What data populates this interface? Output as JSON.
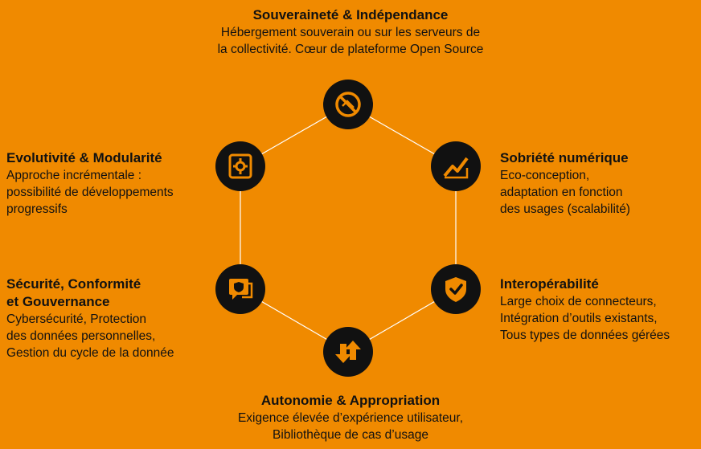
{
  "features": {
    "top": {
      "title": "Souveraineté & Indépendance",
      "lines": [
        "Hébergement souverain ou sur les serveurs de",
        "la collectivité. Cœur de plateforme Open Source"
      ],
      "icon": "no-entry-eye-icon"
    },
    "upper_left": {
      "title": "Evolutivité & Modularité",
      "lines": [
        "Approche incrémentale :",
        "possibilité de développements",
        "progressifs"
      ],
      "icon": "modular-gear-icon"
    },
    "upper_right": {
      "title": "Sobriété numérique",
      "lines": [
        "Eco-conception,",
        "adaptation en fonction",
        "des usages (scalabilité)"
      ],
      "icon": "line-chart-icon"
    },
    "lower_left": {
      "title_lines": [
        "Sécurité, Conformité",
        "et Gouvernance"
      ],
      "lines": [
        "Cybersécurité, Protection",
        "des données personnelles,",
        "Gestion du cycle de la donnée"
      ],
      "icon": "shield-chat-icon"
    },
    "lower_right": {
      "title": "Interopérabilité",
      "lines": [
        "Large choix de connecteurs,",
        "Intégration d’outils existants,",
        "Tous types de données gérées"
      ],
      "icon": "shield-check-icon"
    },
    "bottom": {
      "title": "Autonomie & Appropriation",
      "lines": [
        "Exigence élevée d’expérience utilisateur,",
        "Bibliothèque de cas d’usage"
      ],
      "icon": "up-down-arrows-icon"
    }
  },
  "colors": {
    "background": "#f08a00",
    "node": "#111111",
    "icon": "#f08a00",
    "line": "#ffffff"
  }
}
